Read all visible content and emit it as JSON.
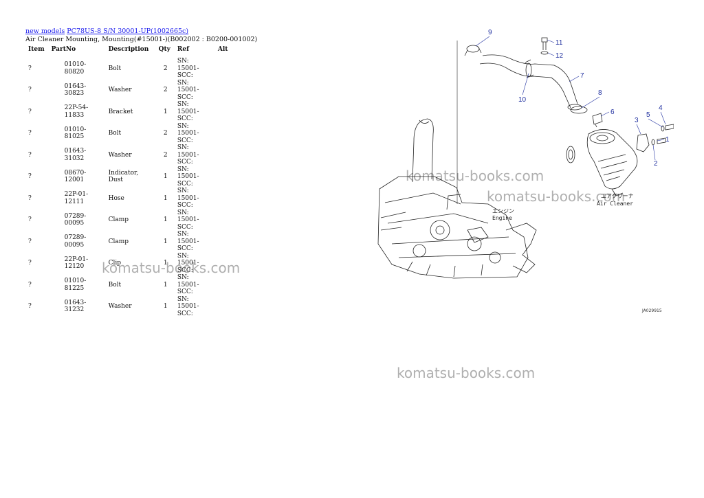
{
  "breadcrumb": {
    "link1": "new models",
    "link2": "PC78US-8 S/N 30001-UP(1002665c)"
  },
  "subtitle": "Air Cleaner Mounting, Mounting(#15001-)(B002002 : B0200-001002)",
  "table": {
    "headers": [
      "Item",
      "PartNo",
      "Description",
      "Qty",
      "Ref",
      "Alt"
    ],
    "rows": [
      {
        "item": "?",
        "part": "01010-80820",
        "desc": "Bolt",
        "qty": "2",
        "ref": "SN: 15001-SCC:"
      },
      {
        "item": "?",
        "part": "01643-30823",
        "desc": "Washer",
        "qty": "2",
        "ref": "SN: 15001-SCC:"
      },
      {
        "item": "?",
        "part": "22P-54-11833",
        "desc": "Bracket",
        "qty": "1",
        "ref": "SN: 15001-SCC:"
      },
      {
        "item": "?",
        "part": "01010-81025",
        "desc": "Bolt",
        "qty": "2",
        "ref": "SN: 15001-SCC:"
      },
      {
        "item": "?",
        "part": "01643-31032",
        "desc": "Washer",
        "qty": "2",
        "ref": "SN: 15001-SCC:"
      },
      {
        "item": "?",
        "part": "08670-12001",
        "desc": "Indicator, Dust",
        "qty": "1",
        "ref": "SN: 15001-SCC:"
      },
      {
        "item": "?",
        "part": "22P-01-12111",
        "desc": "Hose",
        "qty": "1",
        "ref": "SN: 15001-SCC:"
      },
      {
        "item": "?",
        "part": "07289-00095",
        "desc": "Clamp",
        "qty": "1",
        "ref": "SN: 15001-SCC:"
      },
      {
        "item": "?",
        "part": "07289-00095",
        "desc": "Clamp",
        "qty": "1",
        "ref": "SN: 15001-SCC:"
      },
      {
        "item": "?",
        "part": "22P-01-12120",
        "desc": "Clip",
        "qty": "1",
        "ref": "SN: 15001-SCC:"
      },
      {
        "item": "?",
        "part": "01010-81225",
        "desc": "Bolt",
        "qty": "1",
        "ref": "SN: 15001-SCC:"
      },
      {
        "item": "?",
        "part": "01643-31232",
        "desc": "Washer",
        "qty": "1",
        "ref": "SN: 15001-SCC:"
      }
    ]
  },
  "diagram": {
    "callouts": [
      "9",
      "11",
      "12",
      "7",
      "10",
      "8",
      "6",
      "4",
      "5",
      "3",
      "1",
      "2"
    ],
    "air_cleaner_jp": "エアクリーナ",
    "air_cleaner_en": "Air Cleaner",
    "engine_jp": "エンジン",
    "engine_en": "Engine",
    "drawing_id": "JA029915"
  },
  "watermark": "komatsu-books.com",
  "colors": {
    "link": "#1a1aee",
    "callout": "#1f2f9f",
    "watermark": "#8a8a8a"
  }
}
